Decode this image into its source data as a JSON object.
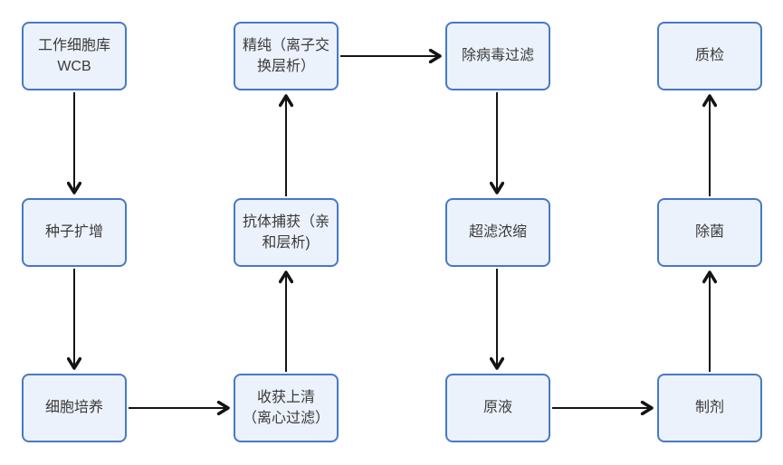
{
  "diagram": {
    "type": "flowchart",
    "description": "Antibody drug manufacturing process flow, 4 columns x 3 rows, serpentine flow",
    "nodes": [
      {
        "id": "wcb",
        "label": "工作细胞库\nWCB"
      },
      {
        "id": "seed_expansion",
        "label": "种子扩增"
      },
      {
        "id": "cell_culture",
        "label": "细胞培养"
      },
      {
        "id": "polish",
        "label": "精纯（离子交\n换层析）"
      },
      {
        "id": "capture",
        "label": "抗体捕获（亲\n和层析)"
      },
      {
        "id": "harvest",
        "label": "收获上清\n（离心过滤）"
      },
      {
        "id": "virus_filtration",
        "label": "除病毒过滤"
      },
      {
        "id": "uf_concentration",
        "label": "超滤浓缩"
      },
      {
        "id": "bulk",
        "label": "原液"
      },
      {
        "id": "qc",
        "label": "质检"
      },
      {
        "id": "sterile",
        "label": "除菌"
      },
      {
        "id": "formulation",
        "label": "制剂"
      }
    ],
    "edges": [
      {
        "from": "wcb",
        "to": "seed_expansion",
        "direction": "down"
      },
      {
        "from": "seed_expansion",
        "to": "cell_culture",
        "direction": "down"
      },
      {
        "from": "cell_culture",
        "to": "harvest",
        "direction": "right"
      },
      {
        "from": "harvest",
        "to": "capture",
        "direction": "up"
      },
      {
        "from": "capture",
        "to": "polish",
        "direction": "up"
      },
      {
        "from": "polish",
        "to": "virus_filtration",
        "direction": "right"
      },
      {
        "from": "virus_filtration",
        "to": "uf_concentration",
        "direction": "down"
      },
      {
        "from": "uf_concentration",
        "to": "bulk",
        "direction": "down"
      },
      {
        "from": "bulk",
        "to": "formulation",
        "direction": "right"
      },
      {
        "from": "formulation",
        "to": "sterile",
        "direction": "up"
      },
      {
        "from": "sterile",
        "to": "qc",
        "direction": "up"
      }
    ],
    "colors": {
      "canvas_bg": "#ffffff",
      "node_fill": "#ECF2FB",
      "node_border": "#4678C8",
      "node_text": "#3a3a3a",
      "arrow": "#141414"
    }
  }
}
